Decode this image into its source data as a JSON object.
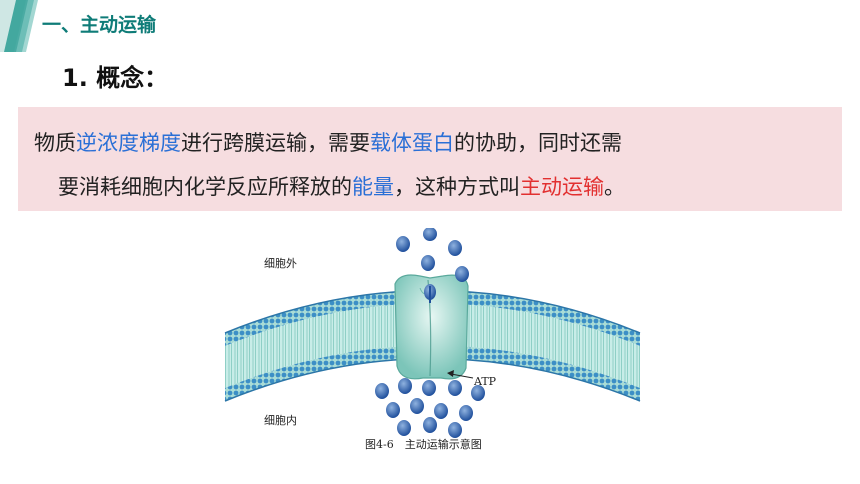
{
  "header": {
    "section_title": "一、主动运输",
    "concept_title": "1. 概念："
  },
  "definition": {
    "line1": [
      {
        "text": "物质",
        "style": "normal"
      },
      {
        "text": "逆浓度梯度",
        "style": "blue"
      },
      {
        "text": "进行跨膜运输，需要",
        "style": "normal"
      },
      {
        "text": "载体蛋白",
        "style": "blue"
      },
      {
        "text": "的协助，同时还需",
        "style": "normal"
      }
    ],
    "line2": [
      {
        "text": "要消耗细胞内化学反应所释放的",
        "style": "normal"
      },
      {
        "text": "能量",
        "style": "blue"
      },
      {
        "text": "，这种方式叫",
        "style": "normal"
      },
      {
        "text": "主动运输",
        "style": "red"
      },
      {
        "text": "。",
        "style": "normal"
      }
    ]
  },
  "figure": {
    "outside_label": "细胞外",
    "inside_label": "细胞内",
    "atp_label": "ATP",
    "caption": "图4-6　主动运输示意图"
  },
  "colors": {
    "header": "#0f7c78",
    "highlight_blue": "#2a6fd6",
    "highlight_red": "#e23030",
    "box_bg": "#f6dde0"
  }
}
